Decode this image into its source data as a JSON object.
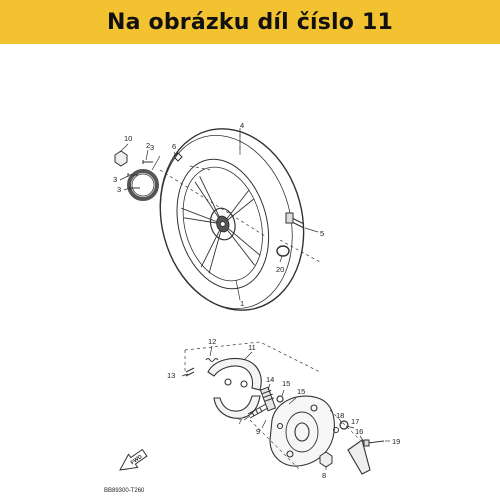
{
  "header": {
    "title": "Na obrázku díl číslo 11"
  },
  "diagram": {
    "callouts": [
      "1",
      "2",
      "3",
      "3",
      "3",
      "4",
      "5",
      "6",
      "7",
      "8",
      "9",
      "10",
      "11",
      "12",
      "13",
      "14",
      "15",
      "15",
      "16",
      "17",
      "18",
      "19",
      "20"
    ],
    "fwd_label": "FWD",
    "drawing_code": "BB89300-T260"
  },
  "colors": {
    "banner": "#f2c230",
    "line": "#333333"
  }
}
